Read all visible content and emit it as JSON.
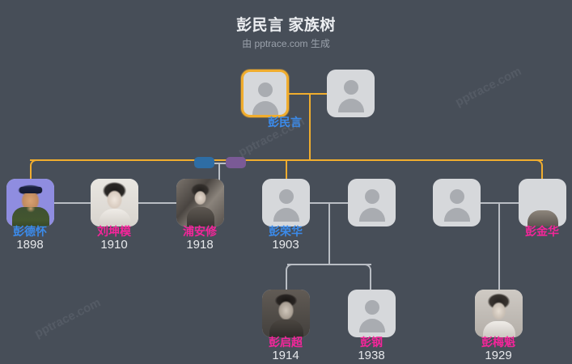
{
  "header": {
    "title": "彭民言 家族树",
    "subtitle": "由 pptrace.com 生成"
  },
  "watermark": {
    "text": "pptrace.com"
  },
  "colors": {
    "background": "#474e58",
    "selected_border": "#f0ad2e",
    "link_primary": "#f0ad2e",
    "link_secondary": "#b9bdc4",
    "male_label": "#3b8beb",
    "female_label": "#f4259a",
    "year_label": "#e7e9ec",
    "chip_blue": "#2e6da4",
    "chip_purple": "#7a5a96",
    "node_fill": "#d6d8db"
  },
  "nodes": {
    "root": {
      "name": "彭民言",
      "year": "",
      "gender": "male",
      "selected": true,
      "has_photo": false
    },
    "root_spouse": {
      "name": "",
      "year": "",
      "gender": "unknown",
      "selected": false,
      "has_photo": false
    },
    "pengdehuai": {
      "name": "彭德怀",
      "year": "1898",
      "gender": "male",
      "selected": false,
      "has_photo": true
    },
    "liukunmo": {
      "name": "刘坤模",
      "year": "1910",
      "gender": "female",
      "selected": false,
      "has_photo": true
    },
    "puanxiu": {
      "name": "浦安修",
      "year": "1918",
      "gender": "female",
      "selected": false,
      "has_photo": true
    },
    "pengronghua": {
      "name": "彭荣华",
      "year": "1903",
      "gender": "male",
      "selected": false,
      "has_photo": false
    },
    "pengronghua_spouse": {
      "name": "",
      "year": "",
      "gender": "unknown",
      "selected": false,
      "has_photo": false
    },
    "pengjinhua_spouse": {
      "name": "",
      "year": "",
      "gender": "unknown",
      "selected": false,
      "has_photo": false
    },
    "pengjinhua": {
      "name": "彭金华",
      "year": "",
      "gender": "female",
      "selected": false,
      "has_photo": true
    },
    "pengqichao": {
      "name": "彭启超",
      "year": "1914",
      "gender": "female",
      "selected": false,
      "has_photo": true
    },
    "penggang": {
      "name": "彭钢",
      "year": "1938",
      "gender": "female",
      "selected": false,
      "has_photo": false
    },
    "pengmeikui": {
      "name": "彭梅魁",
      "year": "1929",
      "gender": "female",
      "selected": false,
      "has_photo": true
    }
  },
  "collapsed_pair": {
    "left_chip": "spouse-chip-blue",
    "right_chip": "spouse-chip-purple"
  }
}
